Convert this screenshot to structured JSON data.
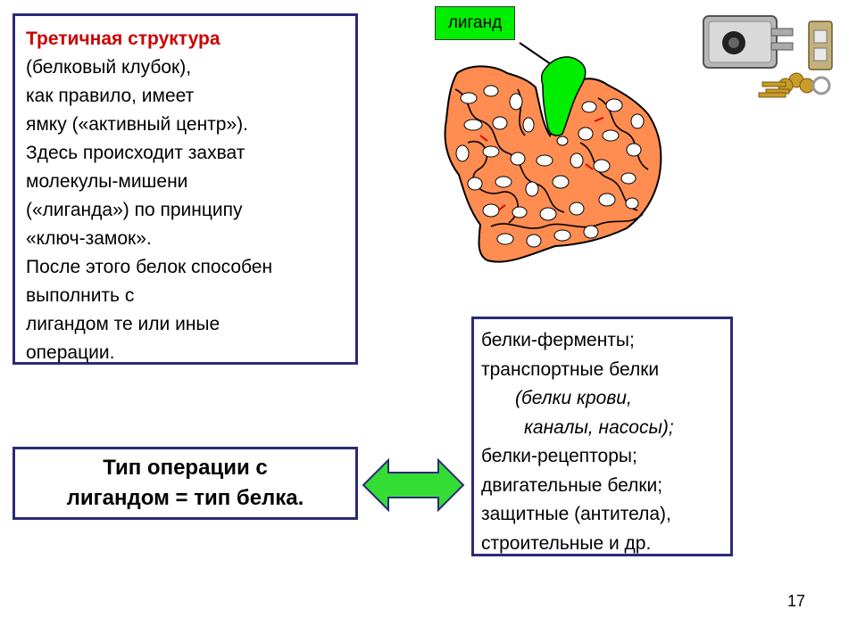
{
  "main_box": {
    "title": "Третичная структура",
    "lines": [
      "(белковый клубок),",
      "как правило, имеет",
      "ямку («активный центр»).",
      "Здесь происходит захват",
      "молекулы-мишени",
      "(«лиганда») по принципу",
      "«ключ-замок».",
      "После этого белок способен",
      "выполнить с",
      "лигандом те или иные",
      "операции."
    ]
  },
  "ligand_label": "лиганд",
  "type_box": {
    "line1": "Тип операции с",
    "line2": "лигандом = тип белка."
  },
  "list_box": {
    "items": [
      "белки-ферменты;",
      "транспортные белки",
      "(белки крови,",
      "каналы, насосы);",
      "белки-рецепторы;",
      "двигательные белки;",
      "защитные (антитела),",
      "строительные и др."
    ]
  },
  "page_number": "17",
  "colors": {
    "title": "#cc0000",
    "border": "#2b2b78",
    "protein_fill": "#ff8c50",
    "ligand_fill": "#00ee00",
    "arrow_fill": "#33dd33"
  },
  "icons": {
    "protein": "protein-globule-illustration",
    "lock": "lock-and-key-photo",
    "arrow": "double-headed-arrow"
  }
}
